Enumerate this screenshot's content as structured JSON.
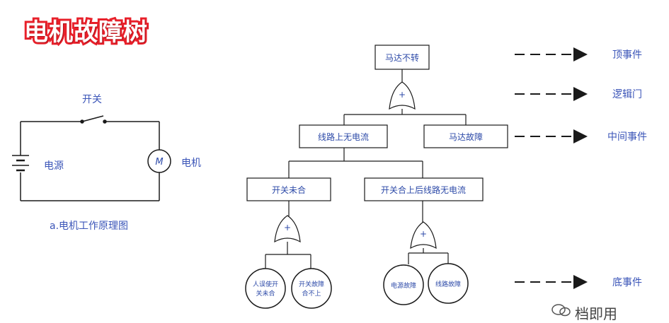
{
  "title": "电机故障树",
  "circuit": {
    "switch_label": "开关",
    "power_label": "电源",
    "motor_label": "电机",
    "motor_symbol": "M",
    "caption": "a.电机工作原理图"
  },
  "tree": {
    "top": "马达不转",
    "or_symbol": "+",
    "mid_left": "线路上无电流",
    "mid_right": "马达故障",
    "low_left": "开关未合",
    "low_right": "开关合上后线路无电流",
    "basic_1_line1": "人误使开",
    "basic_1_line2": "关未合",
    "basic_2_line1": "开关故障",
    "basic_2_line2": "合不上",
    "basic_3": "电源故障",
    "basic_4": "线路故障"
  },
  "legend": {
    "top_event": "顶事件",
    "logic_gate": "逻辑门",
    "intermediate_event": "中间事件",
    "basic_event": "底事件"
  },
  "watermark": "档即用",
  "colors": {
    "line": "#1a1a1a",
    "text": "#2d4aa8",
    "title_red": "#e8202a"
  }
}
